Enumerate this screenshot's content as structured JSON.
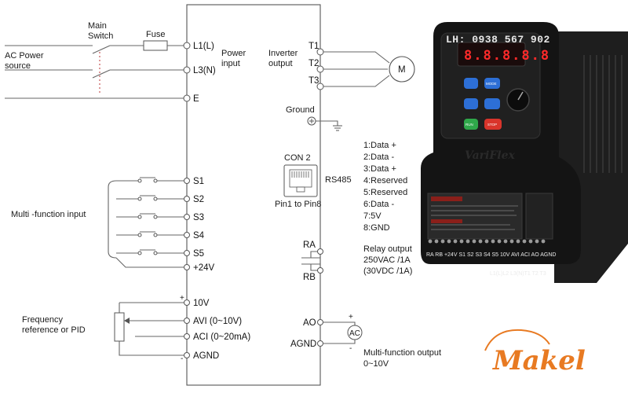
{
  "left": {
    "main_switch": "Main\nSwitch",
    "fuse": "Fuse",
    "ac_power": "AC Power\nsource",
    "multi_input": "Multi -function input",
    "freq_ref": "Frequency\nreference or PID"
  },
  "terminals_left": {
    "L1": "L1(L)",
    "L3": "L3(N)",
    "E": "E",
    "S1": "S1",
    "S2": "S2",
    "S3": "S3",
    "S4": "S4",
    "S5": "S5",
    "P24": "+24V",
    "V10": "10V",
    "AVI": "AVI  (0~10V)",
    "ACI": "ACI  (0~20mA)",
    "AGND": "AGND"
  },
  "center": {
    "power_input": "Power\ninput",
    "inverter_output": "Inverter\noutput",
    "T1": "T1",
    "T2": "T2",
    "T3": "T3",
    "ground": "Ground",
    "con2": "CON 2",
    "pin_range": "Pin1 to Pin8",
    "rs485": "RS485",
    "RA": "RA",
    "RB": "RB",
    "AO": "AO",
    "AGND": "AGND",
    "motor": "M",
    "ac_meter": "AC",
    "plus": "+",
    "minus": "-"
  },
  "rs485_pins": [
    "1:Data +",
    "2:Data -",
    "3:Data +",
    "4:Reserved",
    "5:Reserved",
    "6:Data -",
    "7:5V",
    "8:GND"
  ],
  "relay": "Relay output\n250VAC /1A\n(30VDC /1A)",
  "multi_output": "Multi-function output\n0~10V",
  "product": {
    "hotline": "LH: 0938 567 902",
    "display": "8.8.8.8.8",
    "brand": "VariFlex",
    "terminal_row": "RA  RB  +24V  S1  S2  S3  S4  S5  10V  AVI  ACI  AO  AGND",
    "power_row": "L1(L)L2  L3(N)T1   T2   T3",
    "keys": [
      "MODE",
      "RUN",
      "STOP"
    ]
  },
  "logo": "Makel",
  "colors": {
    "logo_orange": "#e87a22",
    "key_blue": "#2d6fd6",
    "key_green": "#2fa84a",
    "key_red": "#d9342b",
    "led_red": "#ff2a2a",
    "body_black": "#161616"
  }
}
